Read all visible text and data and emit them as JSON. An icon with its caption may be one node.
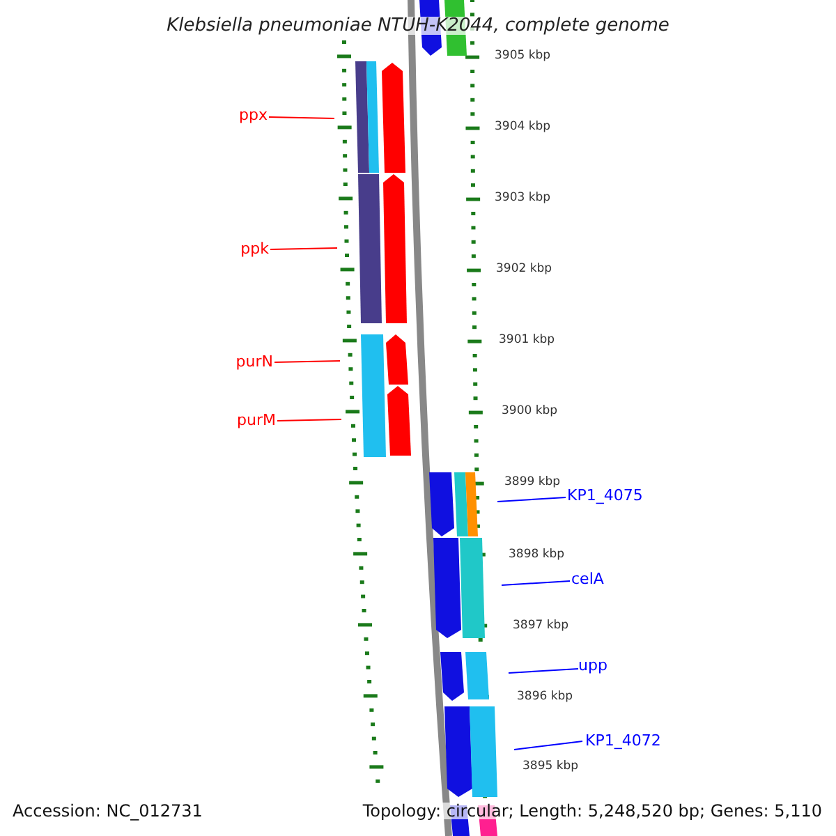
{
  "diagram": {
    "title": "Klebsiella pneumoniae NTUH-K2044, complete genome",
    "nodes": [
      {
        "text": [
          "ppx"
        ]
      },
      {
        "text": [
          "ppk"
        ]
      },
      {
        "text": [
          "purN"
        ]
      },
      {
        "text": [
          "purM"
        ]
      },
      {
        "text": [
          "KP1_4075"
        ]
      },
      {
        "text": [
          "celA"
        ]
      },
      {
        "text": [
          "upp"
        ]
      },
      {
        "text": [
          "KP1_4072"
        ]
      }
    ],
    "edges": [
      {
        "from": 0,
        "to": null,
        "arrow": "none",
        "color": "#ff0000"
      },
      {
        "from": 1,
        "to": null,
        "arrow": "none",
        "color": "#ff0000"
      },
      {
        "from": 2,
        "to": null,
        "arrow": "none",
        "color": "#ff0000"
      },
      {
        "from": 3,
        "to": null,
        "arrow": "none",
        "color": "#ff0000"
      },
      {
        "from": 4,
        "to": null,
        "arrow": "none",
        "color": "#0000ff"
      },
      {
        "from": 5,
        "to": null,
        "arrow": "none",
        "color": "#0000ff"
      },
      {
        "from": 6,
        "to": null,
        "arrow": "none",
        "color": "#0000ff"
      },
      {
        "from": 7,
        "to": null,
        "arrow": "none",
        "color": "#0000ff"
      }
    ],
    "labels": [
      "3905 kbp",
      "3904 kbp",
      "3903 kbp",
      "3902 kbp",
      "3901 kbp",
      "3900 kbp",
      "3899 kbp",
      "3898 kbp",
      "3897 kbp",
      "3896 kbp",
      "3895 kbp",
      "Accession: NC_012731",
      "Topology: circular; Length: 5,248,520 bp; Genes: 5,110"
    ]
  }
}
